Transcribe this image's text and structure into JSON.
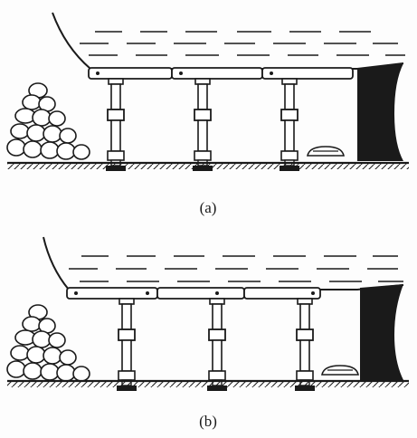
{
  "figure": {
    "panels": [
      {
        "id": "a",
        "caption": "(a)"
      },
      {
        "id": "b",
        "caption": "(b)"
      }
    ]
  },
  "colors": {
    "ink": "#1a1a1a",
    "background": "#fdfdfd"
  }
}
